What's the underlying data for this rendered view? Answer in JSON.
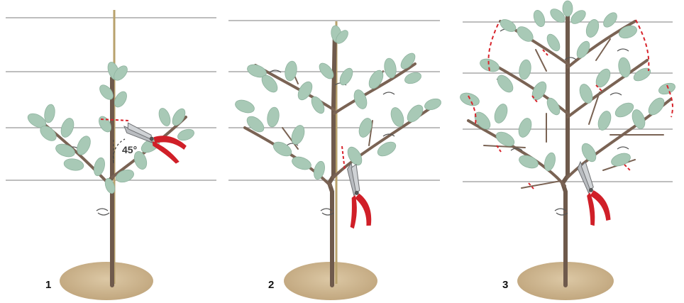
{
  "colors": {
    "trunk": "#6f5a4c",
    "branch": "#7a6354",
    "leaf": "#a8c9b6",
    "leaf_edge": "#8fb39f",
    "wire": "#a8a8a8",
    "ground": "#cdb48f",
    "cut_marks": "#d8242c",
    "pruner_handle": "#d01f28",
    "pruner_blade": "#b9bcc0"
  },
  "panels": [
    {
      "step": "1",
      "angle_label": "45°",
      "icon": "pruning-shears-icon",
      "stage": "first-year-cut"
    },
    {
      "step": "2",
      "icon": "pruning-shears-icon",
      "stage": "second-year-cut"
    },
    {
      "step": "3",
      "icon": "pruning-shears-icon",
      "stage": "third-year-cut"
    }
  ]
}
